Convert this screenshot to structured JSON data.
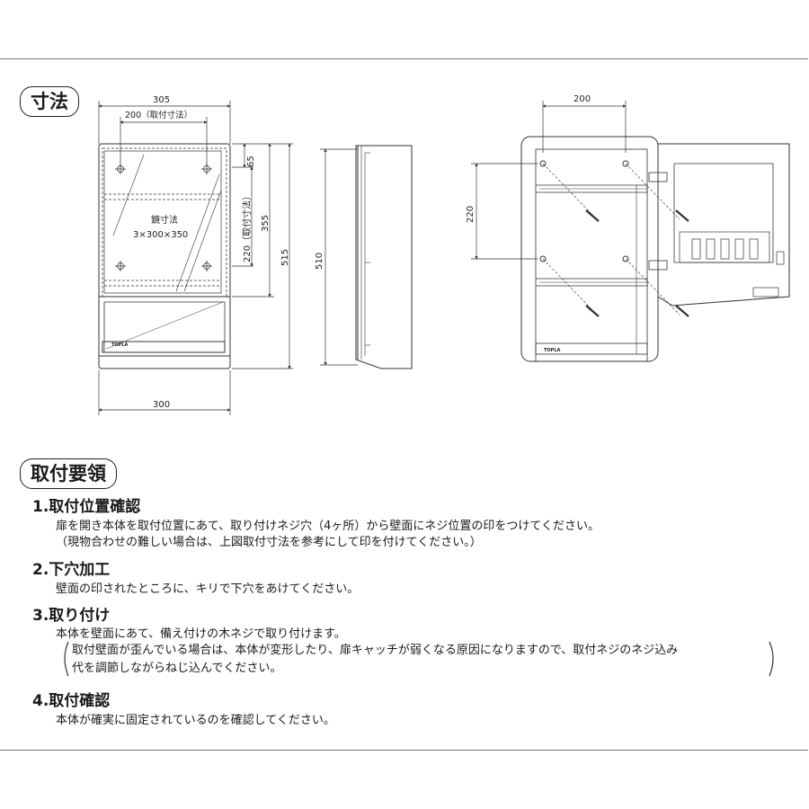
{
  "sections": {
    "dimensions_title": "寸法",
    "installation_title": "取付要領"
  },
  "drawing_front": {
    "dim_width_total": "305",
    "dim_mount_width": "200（取付寸法）",
    "mirror_label_1": "鏡寸法",
    "mirror_label_2": "3×300×350",
    "dim_65": "65",
    "dim_220_mount": "220（取付寸法）",
    "dim_355": "355",
    "dim_515": "515",
    "dim_bottom_width": "300",
    "brand": "TOPLA"
  },
  "drawing_side": {
    "dim_510": "510"
  },
  "drawing_open": {
    "dim_top_200": "200",
    "dim_left_220": "220",
    "brand": "TOPLA"
  },
  "steps": [
    {
      "heading": "1.取付位置確認",
      "lines": [
        "扉を開き本体を取付位置にあて、取り付けネジ穴（4ヶ所）から壁面にネジ位置の印をつけてください。",
        "（現物合わせの難しい場合は、上図取付寸法を参考にして印を付けてください。）"
      ]
    },
    {
      "heading": "2.下穴加工",
      "lines": [
        "壁面の印されたところに、キリで下穴をあけてください。"
      ]
    },
    {
      "heading": "3.取り付け",
      "lines": [
        "本体を壁面にあて、備え付けの木ネジで取り付けます。",
        "取付壁面が歪んでいる場合は、本体が変形したり、扉キャッチが弱くなる原因になりますので、取付ネジのネジ込み",
        "代を調節しながらねじ込んでください。"
      ]
    },
    {
      "heading": "4.取付確認",
      "lines": [
        "本体が確実に固定されているのを確認してください。"
      ]
    }
  ]
}
